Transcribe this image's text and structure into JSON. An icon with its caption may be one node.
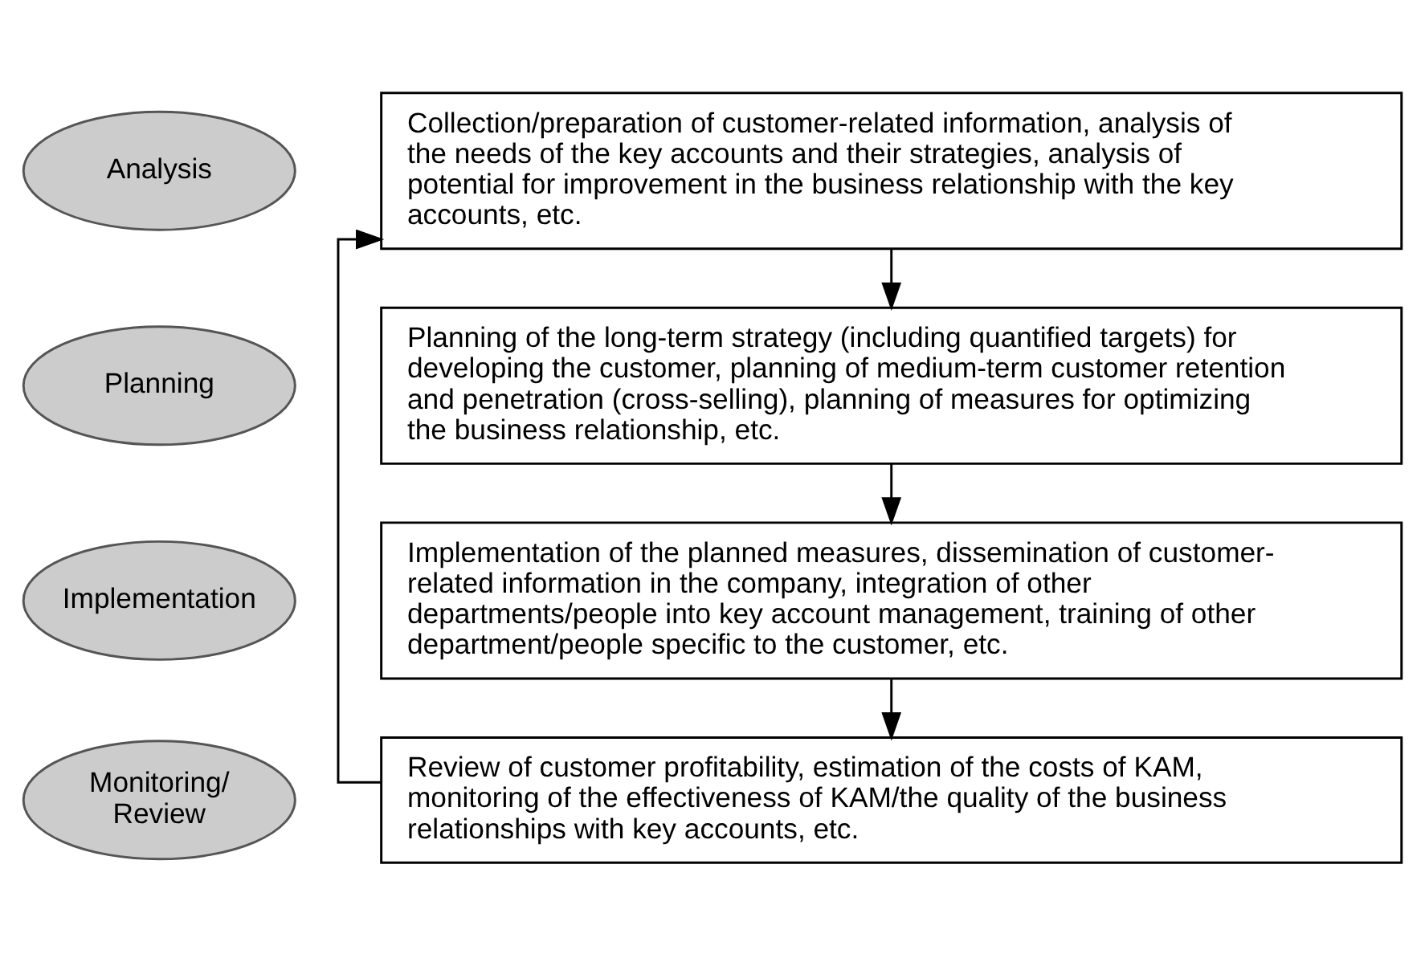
{
  "diagram": {
    "nodes": [
      {
        "text": [
          "Analysis"
        ]
      },
      {
        "text": [
          "Collection/preparation of customer-related information, analysis of the needs of the key accounts and their strategies, analysis of potential for improvement in the business relationship with the key accounts, etc."
        ]
      },
      {
        "text": [
          "Planning"
        ]
      },
      {
        "text": [
          "Planning of the long-term strategy (including quantified targets) for developing the customer, planning of medium-term customer retention and penetration (cross-selling), planning of measures for optimizing the business relationship, etc."
        ]
      },
      {
        "text": [
          "Implementation"
        ]
      },
      {
        "text": [
          "Implementation of the planned measures, dissemination of customer-related information in the company, integration of other departments/people into key account management, training of other department/people specific to the customer, etc."
        ]
      },
      {
        "text": [
          "Monitoring/ Review"
        ]
      },
      {
        "text": [
          "Review of customer profitability, estimation of the costs of KAM, monitoring of the effectiveness of KAM/the quality of the business relationships with key accounts, etc."
        ]
      }
    ],
    "edges": [
      {
        "from": 1,
        "to": 3,
        "arrow": "to"
      },
      {
        "from": 3,
        "to": 5,
        "arrow": "to"
      },
      {
        "from": 5,
        "to": 7,
        "arrow": "to"
      },
      {
        "from": 7,
        "to": 1,
        "arrow": "to"
      }
    ]
  }
}
